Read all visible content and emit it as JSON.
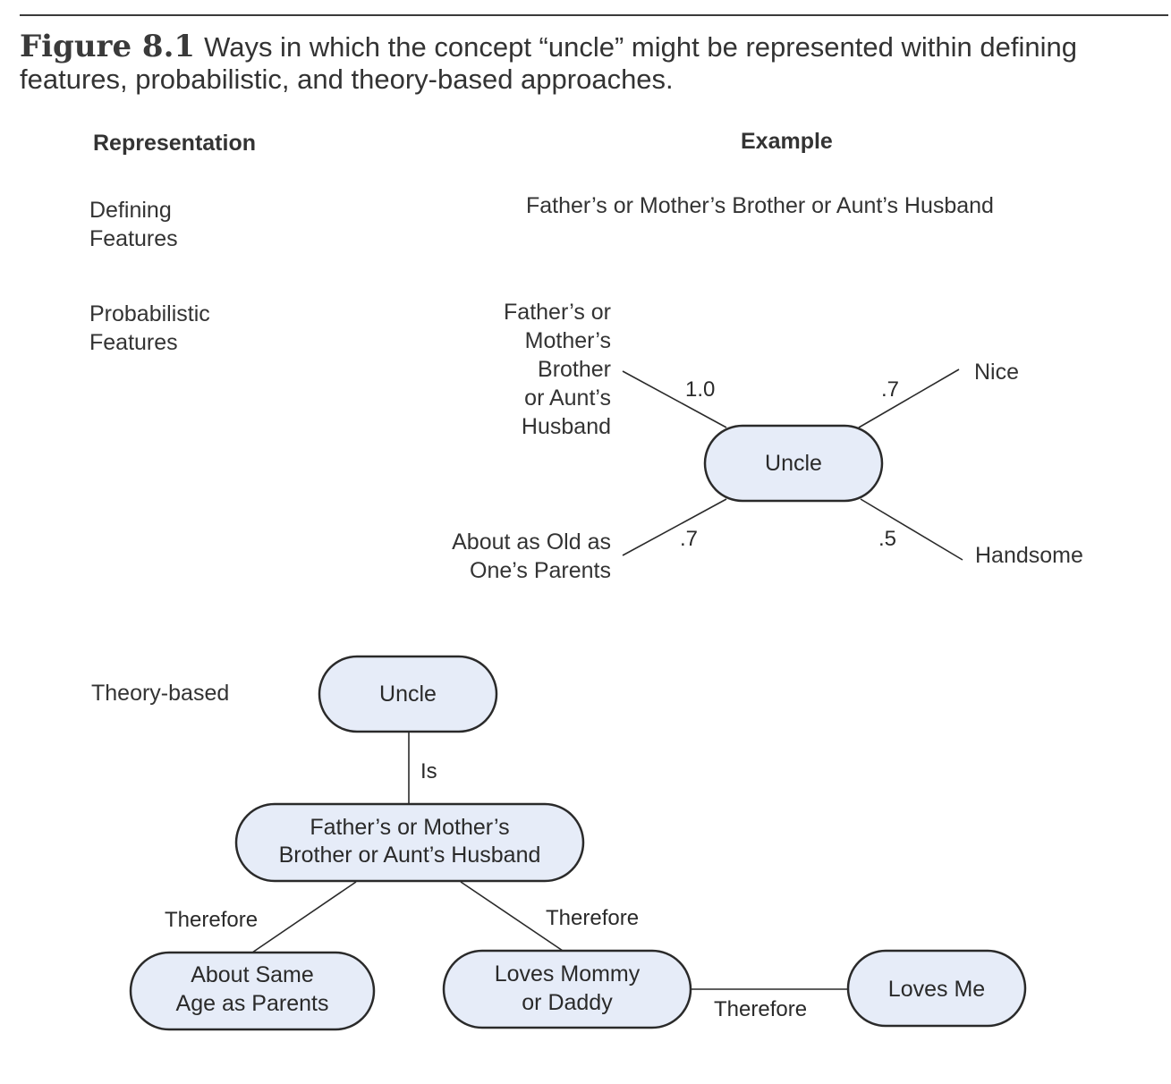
{
  "figure": {
    "number": "Figure 8.1",
    "caption": "Ways in which the concept “uncle” might be represented within defining features, probabilistic, and theory-based approaches."
  },
  "headers": {
    "representation": "Representation",
    "example": "Example"
  },
  "rows": {
    "defining": {
      "label_line1": "Defining",
      "label_line2": "Features",
      "example": "Father’s or Mother’s Brother or Aunt’s Husband"
    },
    "probabilistic": {
      "label_line1": "Probabilistic",
      "label_line2": "Features",
      "center": "Uncle",
      "features": [
        {
          "lines": [
            "Father’s or",
            "Mother’s",
            "Brother",
            "or Aunt’s",
            "Husband"
          ],
          "weight": "1.0"
        },
        {
          "lines": [
            "Nice"
          ],
          "weight": ".7"
        },
        {
          "lines": [
            "About as Old as",
            "One’s Parents"
          ],
          "weight": ".7"
        },
        {
          "lines": [
            "Handsome"
          ],
          "weight": ".5"
        }
      ]
    },
    "theory": {
      "label": "Theory-based",
      "nodes": {
        "uncle": [
          "Uncle"
        ],
        "relation": [
          "Father’s or Mother’s",
          "Brother or Aunt’s Husband"
        ],
        "age": [
          "About Same",
          "Age as Parents"
        ],
        "loves_parents": [
          "Loves Mommy",
          "or Daddy"
        ],
        "loves_me": [
          "Loves Me"
        ]
      },
      "edges": {
        "is": "Is",
        "therefore_left": "Therefore",
        "therefore_right": "Therefore",
        "therefore_me": "Therefore"
      }
    }
  }
}
